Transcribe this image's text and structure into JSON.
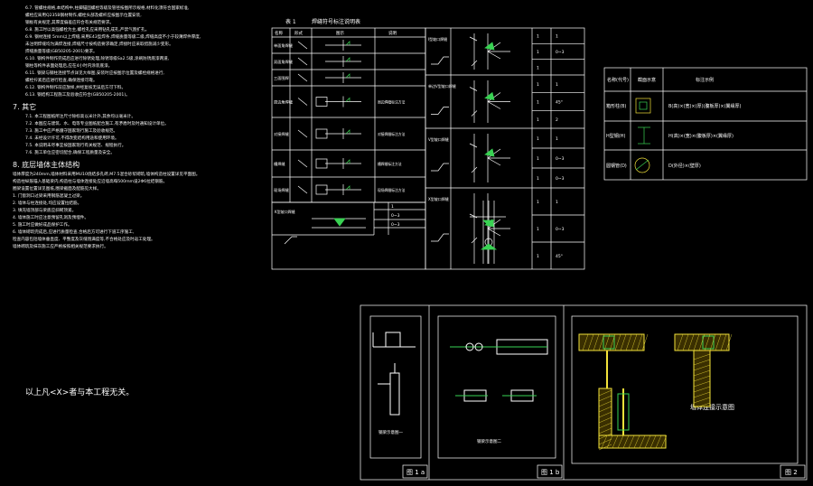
{
  "notes": {
    "lines": [
      {
        "t": "6.7. 管螺柱规格,本结构中,柱脚锚固螺栓等级及管径按图所示规格,材料化须符合国家标准,",
        "c": "ind1"
      },
      {
        "t": "螺栓应采用Q235B钢材制作,螺栓头部及螺杆应按图示位置安装,",
        "c": "ind1"
      },
      {
        "t": "钢板有关规定,其厚度偏差应符合有关规范要求。",
        "c": "ind1"
      },
      {
        "t": "6.8. 施工时以高强螺栓为主,螺栓孔应采用钻孔成孔,严禁气割扩孔。",
        "c": "ind1"
      },
      {
        "t": "6.9. 钢材连接 5mm以上焊缝,采用E43型焊条,焊缝质量等级二级,焊缝高度不小于较薄焊件厚度,",
        "c": "ind1"
      },
      {
        "t": "未注明焊缝均为满焊连接,焊缝尺寸按构造要求确定,焊接时应采取措施减少变形。",
        "c": "ind1"
      },
      {
        "t": "焊缝质量等级(GB50205-2001)要求。",
        "c": "ind1"
      },
      {
        "t": "6.10. 钢构件制作完成后应进行除锈处理,除锈等级Sa2.5级,涂刷防锈底漆两道,",
        "c": "ind1"
      },
      {
        "t": "钢柱等构件表面处理后,应在4小时内涂装底漆。",
        "c": "ind1"
      },
      {
        "t": "6.11. 钢梁与钢柱连接节点详见大样图,安装时应按图示位置及螺栓规格进行,",
        "c": "ind1"
      },
      {
        "t": "螺栓拧紧后应进行检查,确保连接可靠。",
        "c": "ind1"
      },
      {
        "t": "6.12. 钢构件制作前应放样,并经复核无误后方可下料。",
        "c": "ind1"
      },
      {
        "t": "6.13. 钢结构工程施工及验收应符合(GB50205-2001)。",
        "c": "ind1"
      }
    ],
    "section7": "7. 其它",
    "other": [
      "7.1. 本工程图纸所注尺寸除标高以米计外,其余均以毫米计。",
      "7.2. 本图应与建筑、水、电等专业图纸配合施工,有矛盾时及时通知设计单位。",
      "7.3. 施工中应严格遵守国家现行施工及验收规范。",
      "7.4. 未经设计许可,不得改变结构用途和使用环境。",
      "7.5. 本说明未尽事宜按国家现行有关规范、规程执行。",
      "7.6. 施工单位应密切配合,确保工程质量及安全。"
    ],
    "section8": "8. 底层墙体主体结构",
    "body8": [
      "墙体厚度为240mm,墙体材料采用MU10烧结多孔砖,M7.5混合砂浆砌筑,墙体构造柱设置详见平面图。",
      "构造柱纵筋锚入基础梁内,构造柱与墙体连接处应沿墙高每500mm设2Φ6拉结钢筋。",
      "圈梁设置位置详见图纸,圈梁截面及配筋见大样。",
      "1. 门窗洞口过梁采用钢筋混凝土过梁。",
      "2. 墙体与柱连接处,均应设置拉结筋。",
      "3. 填充墙顶部与梁底应斜砌顶紧。",
      "4. 墙体施工时应注意预留孔洞及预埋件。",
      "5. 施工时应做好成品保护工作。",
      "6. 墙体砌筑完成后,应进行质量检查,合格后方可进行下道工序施工,",
      "   检查内容包括墙体垂直度、平整度及灰缝饱满度等,不合格处应及时返工处理。",
      "   墙体砌筑及抹灰施工应严格按照相关规范要求执行。"
    ]
  },
  "closing": "以上凡<X>者与本工程无关。",
  "weld_table": {
    "label": "表 1",
    "title": "焊缝符号标注说明表",
    "headers": [
      "名称",
      "形式",
      "图示",
      "说明"
    ],
    "rows": [
      {
        "name": "单面角焊缝",
        "note": ""
      },
      {
        "name": "双面角焊缝",
        "note": ""
      },
      {
        "name": "三面围焊",
        "note": ""
      },
      {
        "name": "周边角焊缝",
        "note": "周边焊缝标注方法"
      },
      {
        "name": "对接焊缝",
        "note": "对接焊缝标注方法"
      },
      {
        "name": "槽焊缝",
        "note": "槽焊缝标注方法"
      },
      {
        "name": "现场焊缝",
        "note": "现场焊缝标注方法"
      }
    ],
    "details": [
      {
        "cap": "Ⅰ型坡口焊缝",
        "vals": [
          "1",
          "0~3",
          ""
        ]
      },
      {
        "cap": "单边V型坡口焊缝",
        "vals": [
          "1",
          "45°",
          "2"
        ]
      },
      {
        "cap": "V型坡口焊缝",
        "vals": [
          "1",
          "0~3",
          "0~3"
        ]
      },
      {
        "cap": "X型坡口焊缝",
        "vals": [
          "1",
          "0~3",
          "45°"
        ]
      },
      {
        "cap": "K型坡口焊缝",
        "vals": [
          "1",
          "0~3",
          "0~3"
        ]
      }
    ]
  },
  "legend_table": {
    "headers": [
      "名称(代号)",
      "截面示意",
      "标注示例"
    ],
    "rows": [
      {
        "name": "箱形柱(B)",
        "example": "B(高)×(宽)×(厚)(腹板厚)×(翼缘厚)"
      },
      {
        "name": "H型钢(H)",
        "example": "H(高)×(宽)×(腹板厚)×(翼缘厚)"
      },
      {
        "name": "圆钢管(D)",
        "example": "D(外径)×(壁厚)"
      }
    ]
  },
  "panels": {
    "p1_caption": "图 1 a",
    "p1_sub": "钢梁示意图一",
    "p2_caption": "图 1 b",
    "p2_sub": "钢梁示意图二",
    "p3_caption": "图 2",
    "p3_title": "墙体连接示意图"
  },
  "colors": {
    "line": "#ffffff",
    "weld": "#39d353",
    "accent": "#f2e23a",
    "fill": "#3a2f00"
  }
}
